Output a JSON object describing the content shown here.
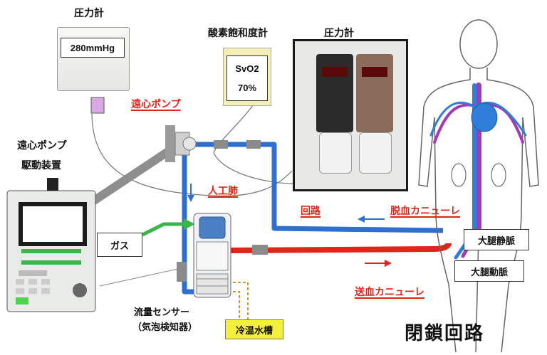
{
  "labels": {
    "pressure_gauge_top": "圧力計",
    "pressure_value": "280mmHg",
    "svo2_title": "酸素飽和度計",
    "svo2_value_line1": "SvO2",
    "svo2_value_line2": "70%",
    "pressure_gauge_photo": "圧力計",
    "centrifugal_pump": "遠心ポンプ",
    "pump_driver_line1": "遠心ポンプ",
    "pump_driver_line2": "駆動装置",
    "oxygenator": "人工肺",
    "circuit": "回路",
    "drainage_cannula": "脱血カニューレ",
    "return_cannula": "送血カニューレ",
    "gas": "ガス",
    "femoral_vein": "大腿静脈",
    "femoral_artery": "大腿動脈",
    "flow_sensor_line1": "流量センサー",
    "flow_sensor_line2": "（気泡検知器）",
    "heater_cooler": "冷温水槽",
    "closed_circuit": "閉鎖回路"
  },
  "colors": {
    "venous_line": "#2f6fcf",
    "arterial_line": "#e0261b",
    "gas_line": "#3bb54a",
    "label_red": "#e0261b",
    "heater_box": "#f4ef3c",
    "svo2_box": "#f4efb7"
  }
}
